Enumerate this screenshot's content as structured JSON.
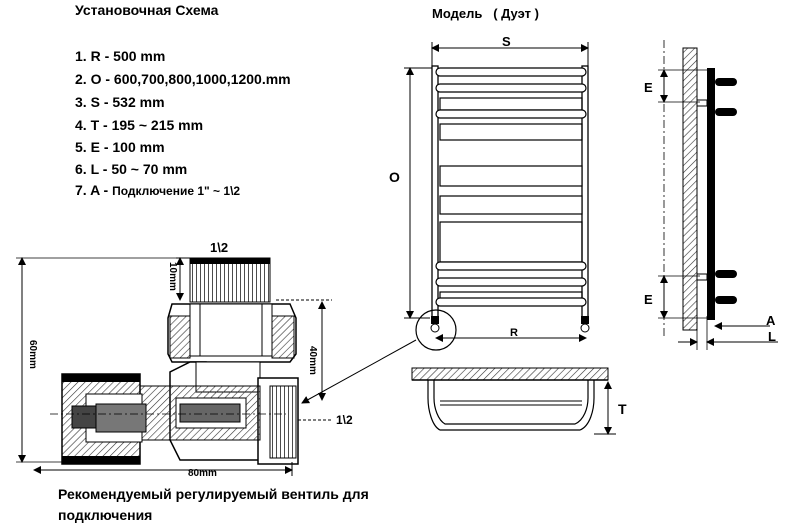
{
  "title": "Установочная Схема",
  "model_label": "Модель",
  "model_name": "( Дуэт )",
  "specs": [
    {
      "num": "1.",
      "key": "R",
      "sep": "-",
      "value": "500 mm"
    },
    {
      "num": "2.",
      "key": "O",
      "sep": "-",
      "value": "600,700,800,1000,1200.mm"
    },
    {
      "num": "3.",
      "key": "S",
      "sep": "-",
      "value": "532 mm"
    },
    {
      "num": "4.",
      "key": "T",
      "sep": "-",
      "value": "195 ~ 215 mm"
    },
    {
      "num": "5.",
      "key": "E",
      "sep": "-",
      "value": "100 mm"
    },
    {
      "num": "6.",
      "key": "L",
      "sep": "-",
      "value": "50 ~ 70 mm"
    },
    {
      "num": "7.",
      "key": "A",
      "sep": "-",
      "value": "Подключение   1\" ~  1\\2"
    }
  ],
  "valve_labels": {
    "thread_top": "1\\2",
    "dim_10": "10mm",
    "dim_40": "40mm",
    "dim_60": "60mm",
    "dim_80": "80mm",
    "thread_side": "1\\2"
  },
  "front_labels": {
    "s": "S",
    "o": "O",
    "r": "R"
  },
  "side_labels": {
    "e_top": "E",
    "e_bottom": "E",
    "a": "A",
    "l": "L"
  },
  "top_labels": {
    "t": "T"
  },
  "note_line1": "Рекомендуемый регулируемый вентиль для",
  "note_line2": "подключения"
}
